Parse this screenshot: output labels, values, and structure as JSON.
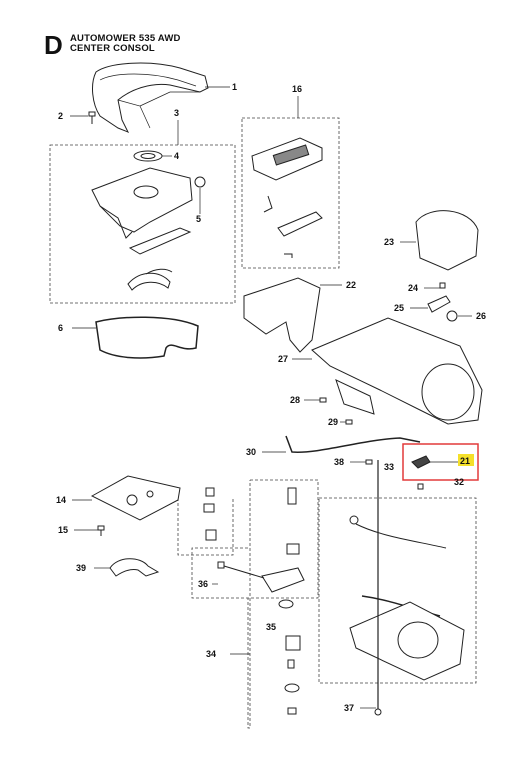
{
  "page": {
    "section_letter": "D",
    "title_line1": "AUTOMOWER 535 AWD",
    "title_line2": "CENTER CONSOL"
  },
  "highlight": {
    "part": "21",
    "box_color": "#e23a3a",
    "marker_color": "#f5e02a"
  },
  "parts": [
    "1",
    "2",
    "3",
    "4",
    "5",
    "6",
    "14",
    "15",
    "16",
    "21",
    "22",
    "23",
    "24",
    "25",
    "26",
    "27",
    "28",
    "29",
    "30",
    "32",
    "33",
    "34",
    "35",
    "36",
    "37",
    "38",
    "39"
  ]
}
